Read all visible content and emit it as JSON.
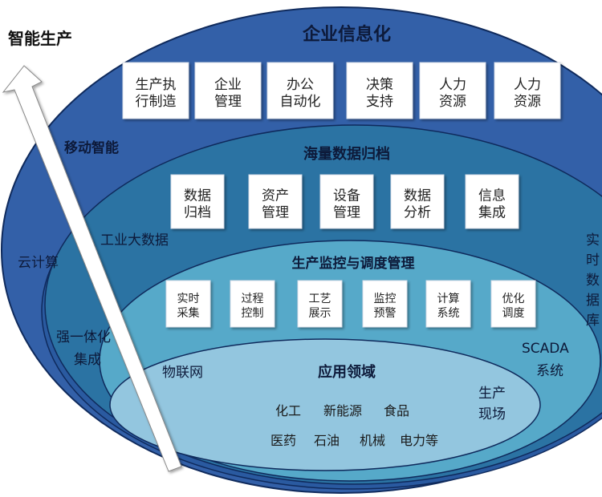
{
  "title": "智能生产",
  "colors": {
    "outer": "#3360a8",
    "big_data": "#2b73a3",
    "monitor": "#56a9c9",
    "field": "#93c6df",
    "outline": "#0f2a5c"
  },
  "layers": {
    "enterprise": {
      "title": "企业信息化",
      "boxes": [
        [
          "生产执",
          "行制造"
        ],
        [
          "企业",
          "管理"
        ],
        [
          "办公",
          "自动化"
        ],
        [
          "决策",
          "支持"
        ],
        [
          "人力",
          "资源"
        ],
        [
          "人力",
          "资源"
        ]
      ]
    },
    "archive": {
      "title": "海量数据归档",
      "boxes": [
        [
          "数据",
          "归档"
        ],
        [
          "资产",
          "管理"
        ],
        [
          "设备",
          "管理"
        ],
        [
          "数据",
          "分析"
        ],
        [
          "信息",
          "集成"
        ]
      ]
    },
    "monitor": {
      "title": "生产监控与调度管理",
      "boxes": [
        [
          "实时",
          "采集"
        ],
        [
          "过程",
          "控制"
        ],
        [
          "工艺",
          "展示"
        ],
        [
          "监控",
          "预警"
        ],
        [
          "计算",
          "系统"
        ],
        [
          "优化",
          "调度"
        ]
      ]
    },
    "field": {
      "title": "应用领域",
      "row1": [
        "化工",
        "新能源",
        "食品"
      ],
      "row2": [
        "医药",
        "石油",
        "机械",
        "电力等"
      ]
    }
  },
  "side_labels": {
    "mobile": "移动智能",
    "bigdata": "工业大数据",
    "cloud": "云计算",
    "integration": [
      "强一体化",
      "集成"
    ],
    "iot": "物联网",
    "scada": [
      "SCADA",
      "系统"
    ],
    "site": [
      "生产",
      "现场"
    ],
    "rtdb": [
      "实",
      "时",
      "数",
      "据",
      "库"
    ]
  }
}
